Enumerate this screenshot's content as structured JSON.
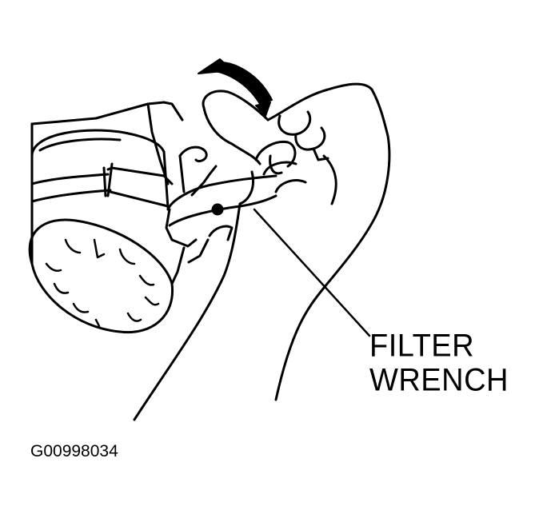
{
  "callout": {
    "line1": "FILTER",
    "line2": "WRENCH"
  },
  "figure_id": "G00998034",
  "colors": {
    "ink": "#000000",
    "paper": "#ffffff"
  },
  "icons": {
    "rotation_arrow": "curved-arrow-icon"
  }
}
